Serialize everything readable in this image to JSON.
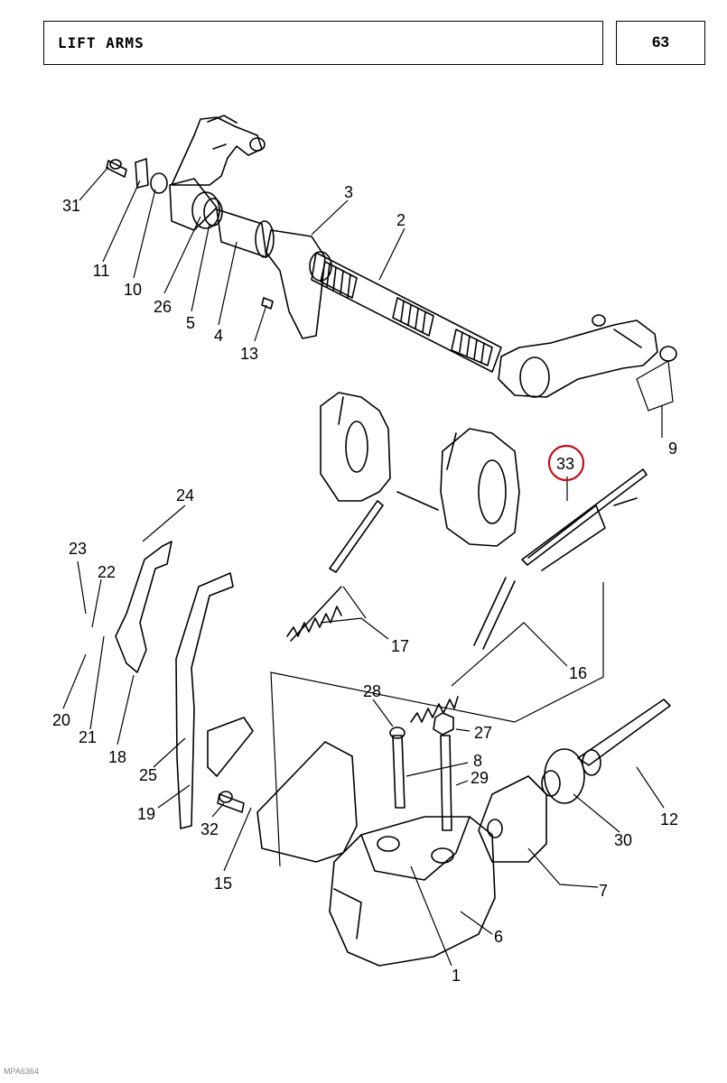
{
  "header": {
    "title": "LIFT ARMS",
    "page_number": "63"
  },
  "callouts": [
    "1",
    "2",
    "3",
    "4",
    "5",
    "6",
    "7",
    "8",
    "9",
    "10",
    "11",
    "12",
    "13",
    "15",
    "16",
    "17",
    "18",
    "19",
    "20",
    "21",
    "22",
    "23",
    "24",
    "25",
    "26",
    "27",
    "28",
    "29",
    "30",
    "31",
    "32",
    "33"
  ],
  "highlighted_callout": "33",
  "highlight_color": "#c0101a",
  "footer": {
    "code": "MPA6364"
  }
}
